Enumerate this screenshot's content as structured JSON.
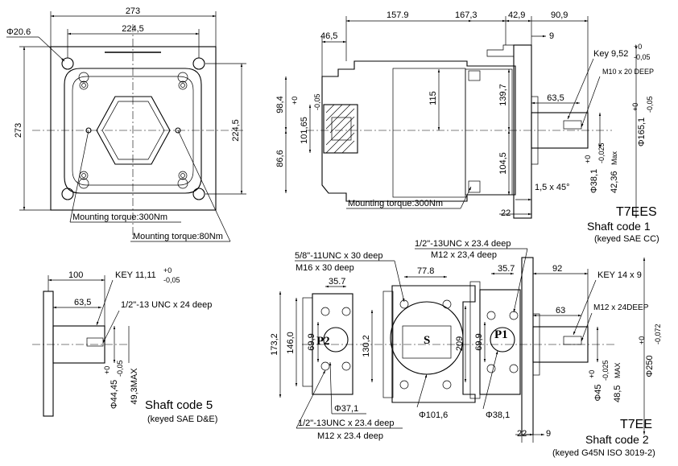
{
  "top_left_view": {
    "width_outer": "273",
    "width_bolt": "224,5",
    "height_outer": "273",
    "height_bolt": "224,5",
    "hole_dia": "Φ20.6",
    "torque_1": "Mounting torque:300Nm",
    "torque_2": "Mounting torque:80Nm"
  },
  "t7ees_view": {
    "dim_157": "157.9",
    "dim_167": "167,3",
    "dim_42": "42,9",
    "dim_90": "90,9",
    "dim_46": "46,5",
    "dim_9": "9",
    "key": "Key 9,52",
    "key_tol_up": "+0",
    "key_tol_dn": "-0,05",
    "thread": "M10 x 20 DEEP",
    "dim_98": "98,4",
    "dim_101": "101,65",
    "dim_101_up": "+0",
    "dim_101_dn": "-0,05",
    "dim_86": "86,6",
    "dim_115": "115",
    "dim_139": "139,7",
    "dim_104": "104,5",
    "dim_63": "63,5",
    "dim_165": "Φ165,1",
    "dim_165_up": "+0",
    "dim_165_dn": "-0,05",
    "dim_38": "Φ38,1",
    "dim_38_up": "+0",
    "dim_38_dn": "-0,025",
    "dim_42max": "42,36",
    "max_label": "Max",
    "chamfer": "1,5 x 45°",
    "dim_22": "22",
    "torque": "Mounting torque:300Nm",
    "model": "T7EES",
    "shaft": "Shaft code 1",
    "keyed": "(keyed  SAE CC)"
  },
  "shaft5_view": {
    "dim_100": "100",
    "key": "KEY 11,11",
    "key_up": "+0",
    "key_dn": "-0,05",
    "dim_63": "63,5",
    "thread": "1/2\"-13 UNC x 24 deep",
    "dia": "Φ44,45",
    "dia_up": "+0",
    "dia_dn": "-0,05",
    "max": "49,3MAX",
    "shaft": "Shaft code 5",
    "keyed": "(keyed  SAE D&E)"
  },
  "t7ee_view": {
    "thread_a1": "5/8\"-11UNC x 30 deep",
    "thread_a2": "M16 x 30 deep",
    "thread_b1": "1/2\"-13UNC x 23.4 deep",
    "thread_b2": "M12 x 23,4 deep",
    "thread_c1": "1/2\"-13UNC x 23.4 deep",
    "thread_c2": "M12 x 23.4 deep",
    "dim_35a": "35.7",
    "dim_77": "77.8",
    "dim_35b": "35.7",
    "dim_92": "92",
    "key": "KEY 14 x 9",
    "dim_63": "63",
    "thread_shaft": "M12 x 24DEEP",
    "dim_173": "173,2",
    "dim_146": "146,0",
    "dim_69a": "69,9",
    "dim_130": "130,2",
    "dim_209": "209",
    "dim_69b": "69,9",
    "dim_37": "Φ37,1",
    "dim_101": "Φ101,6",
    "dim_38": "Φ38,1",
    "dim_45": "Φ45",
    "dim_45_up": "+0",
    "dim_45_dn": "-0,025",
    "dim_48": "48,5",
    "max_label": "MAX",
    "dim_250": "Φ250",
    "dim_250_up": "+0",
    "dim_250_dn": "-0,072",
    "port_p2": "P2",
    "port_s": "S",
    "port_p1": "P1",
    "dim_22": "22",
    "dim_9": "9",
    "model": "T7EE",
    "shaft": "Shaft code 2",
    "keyed": "(keyed  G45N ISO 3019-2)"
  }
}
